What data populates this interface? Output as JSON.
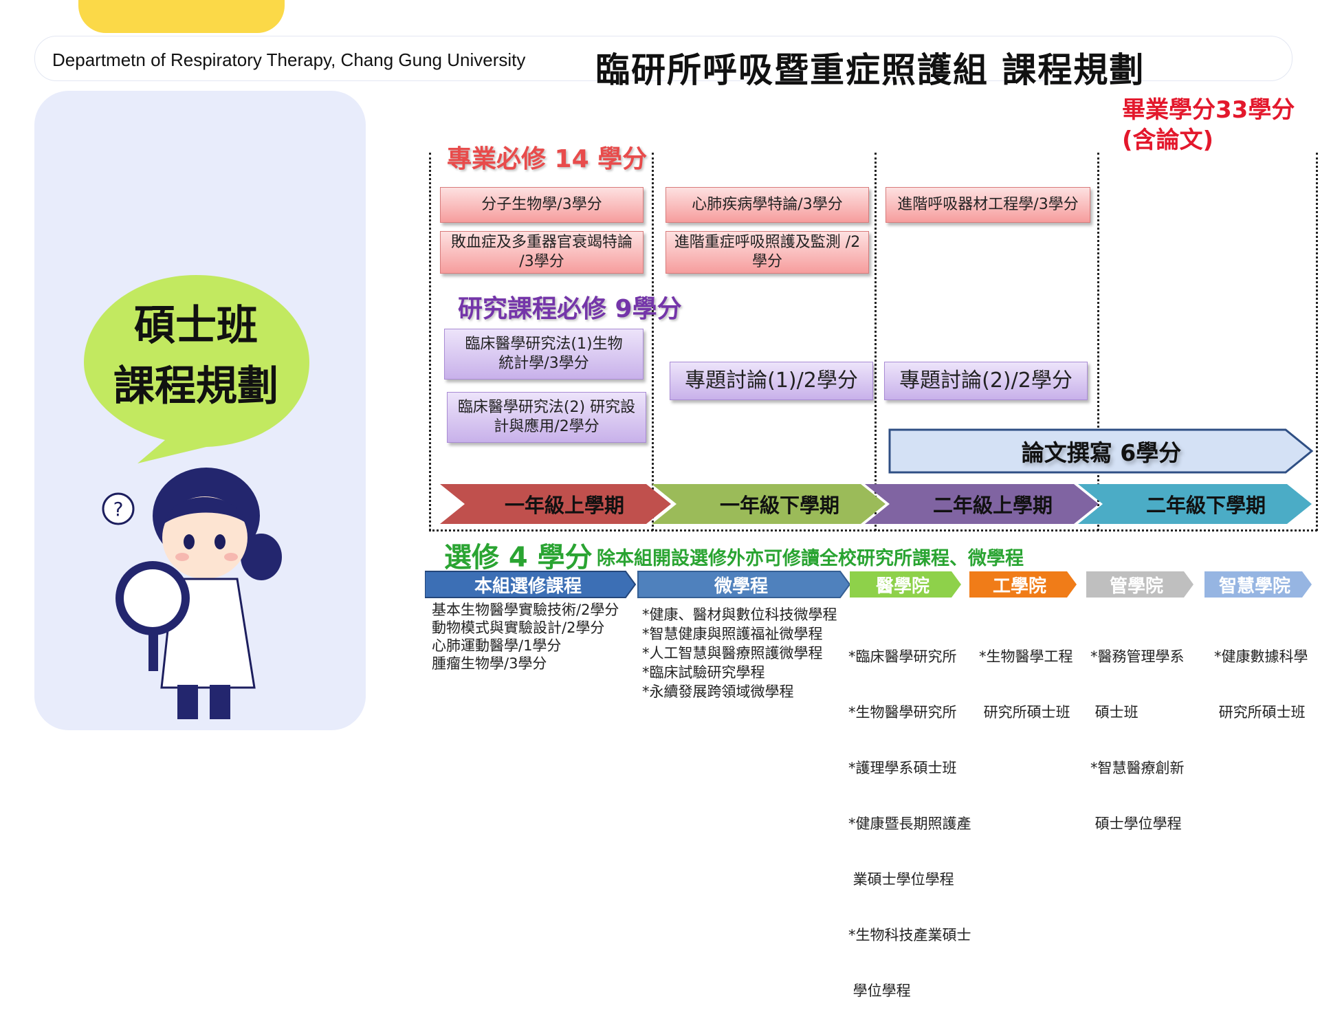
{
  "header": {
    "department": "Departmetn of Respiratory Therapy, Chang Gung University",
    "title": "臨研所呼吸暨重症照護組 課程規劃"
  },
  "bubble": {
    "line1": "碩士班",
    "line2": "課程規劃"
  },
  "graduation": {
    "line1": "畢業學分33學分",
    "line2": "(含論文)"
  },
  "required": {
    "title": "專業必修 14 學分",
    "courses": [
      "分子生物學/3學分",
      "敗血症及多重器官衰竭特論 /3學分",
      "心肺疾病學特論/3學分",
      "進階重症呼吸照護及監測 /2學分",
      "進階呼吸器材工程學/3學分"
    ]
  },
  "research": {
    "title": "研究課程必修 9學分",
    "courses": [
      "臨床醫學研究法(1)生物 統計學/3學分",
      "臨床醫學研究法(2) 研究設計與應用/2學分",
      "專題討論(1)/2學分",
      "專題討論(2)/2學分"
    ]
  },
  "thesis": "論文撰寫 6學分",
  "semesters": [
    "一年級上學期",
    "一年級下學期",
    "二年級上學期",
    "二年級下學期"
  ],
  "elective": {
    "title": "選修 4 學分",
    "note": "除本組開設選修外亦可修讀全校研究所課程、微學程",
    "categories": [
      {
        "label": "本組選修課程",
        "items": [
          "基本生物醫學實驗技術/2學分",
          "動物模式與實驗設計/2學分",
          "心肺運動醫學/1學分",
          "腫瘤生物學/3學分"
        ]
      },
      {
        "label": "微學程",
        "items": [
          "*健康、醫材與數位科技微學程",
          "*智慧健康與照護福祉微學程",
          "*人工智慧與醫療照護微學程",
          "*臨床試驗研究學程",
          "*永續發展跨領域微學程"
        ]
      },
      {
        "label": "醫學院",
        "items": [
          "*臨床醫學研究所",
          "*生物醫學研究所",
          "*護理學系碩士班",
          "*健康暨長期照護產",
          " 業碩士學位學程",
          "*生物科技產業碩士",
          " 學位學程"
        ]
      },
      {
        "label": "工學院",
        "items": [
          "*生物醫學工程",
          " 研究所碩士班"
        ]
      },
      {
        "label": "管學院",
        "items": [
          "*醫務管理學系",
          " 碩士班",
          "*智慧醫療創新",
          " 碩士學位學程"
        ]
      },
      {
        "label": "智慧學院",
        "items": [
          "*健康數據科學",
          " 研究所碩士班"
        ]
      }
    ]
  },
  "colors": {
    "sem1": "#c0504d",
    "sem2": "#9bbb59",
    "sem3": "#8064a2",
    "sem4": "#4bacc6",
    "cat1": "#3c6fb5",
    "cat2": "#4f81bd",
    "cat3": "#8ed14a",
    "cat4": "#f07c18",
    "cat5": "#bfbfbf",
    "cat6": "#96b5e2"
  }
}
